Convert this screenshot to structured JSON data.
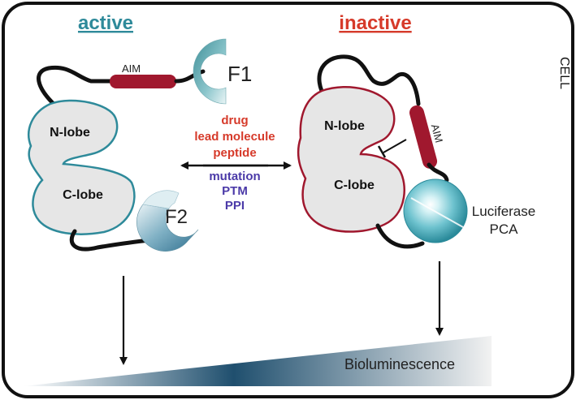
{
  "panels": {
    "active": {
      "title": "active",
      "color": "#2e8a9a"
    },
    "inactive": {
      "title": "inactive",
      "color": "#d63a2a"
    }
  },
  "cell_label": "CELL",
  "domains": {
    "aim": "AIM",
    "n_lobe": "N-lobe",
    "c_lobe": "C-lobe",
    "f1": "F1",
    "f2": "F2"
  },
  "modulators": {
    "red_items": [
      "drug",
      "lead molecule",
      "peptide"
    ],
    "blue_items": [
      "mutation",
      "PTM",
      "PPI"
    ],
    "red_color": "#d63a2a",
    "blue_color": "#4b3aa8"
  },
  "luciferase": {
    "line1": "Luciferase",
    "line2": "PCA"
  },
  "readout": {
    "label": "Bioluminescence"
  },
  "colors": {
    "aim_fill": "#a0182e",
    "lobe_fill": "#e6e6e6",
    "active_outline": "#2e8a9a",
    "inactive_outline": "#a0182e",
    "fragment": "#5aa9b8"
  }
}
